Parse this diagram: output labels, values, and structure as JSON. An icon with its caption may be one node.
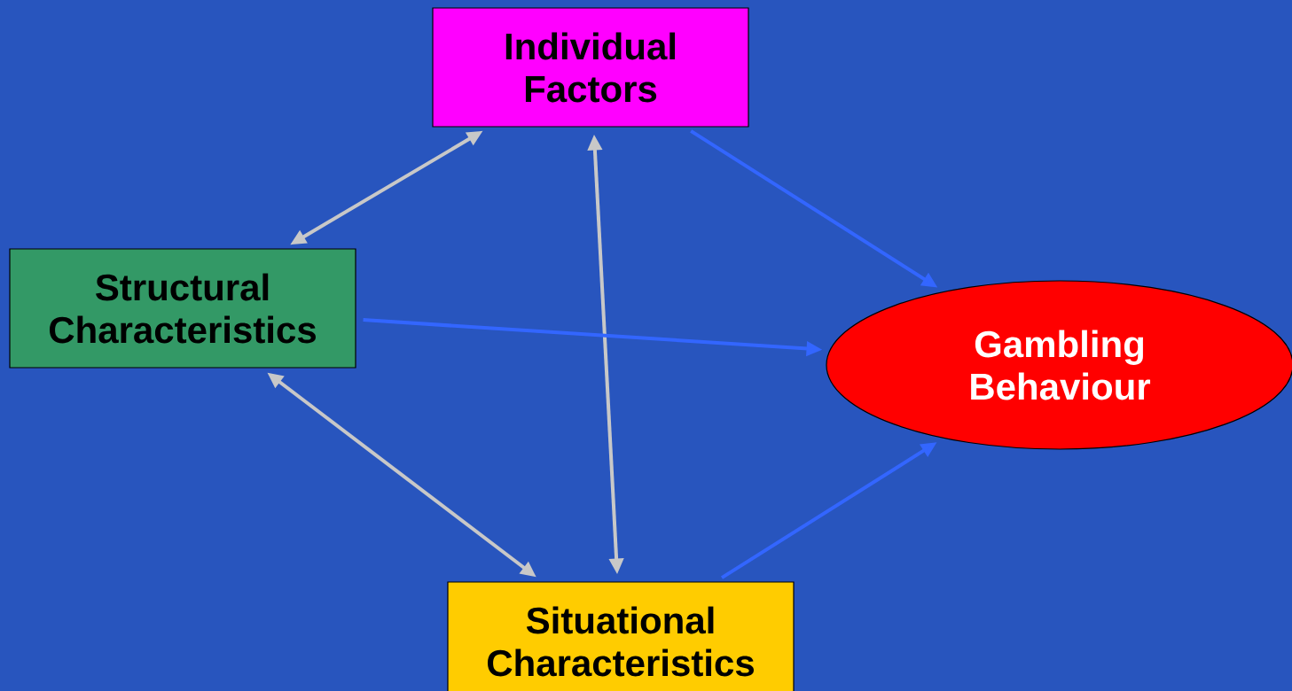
{
  "diagram": {
    "nodes": [
      {
        "text": [
          "Individual Factors"
        ]
      },
      {
        "text": [
          "Structural Characteristics"
        ]
      },
      {
        "text": [
          "Gambling Behaviour"
        ]
      },
      {
        "text": [
          "Situational Characteristics"
        ]
      }
    ],
    "edges": [
      {
        "from": 0,
        "to": 1,
        "arrow": "both",
        "color": "#c8c8c8"
      },
      {
        "from": 0,
        "to": 3,
        "arrow": "both",
        "color": "#c8c8c8"
      },
      {
        "from": 1,
        "to": 3,
        "arrow": "both",
        "color": "#c8c8c8"
      },
      {
        "from": 0,
        "to": 2,
        "arrow": "to",
        "color": "#3366ff"
      },
      {
        "from": 1,
        "to": 2,
        "arrow": "to",
        "color": "#3366ff"
      },
      {
        "from": 3,
        "to": 2,
        "arrow": "to",
        "color": "#3366ff"
      }
    ]
  }
}
